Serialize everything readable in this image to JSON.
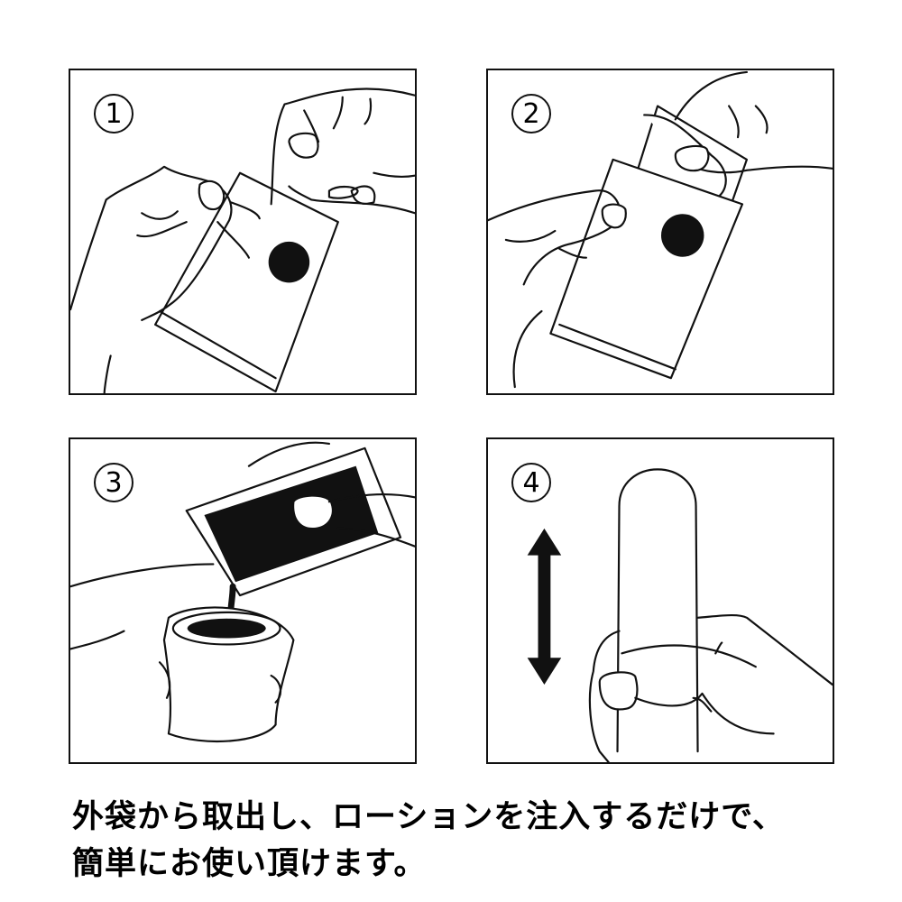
{
  "panels": [
    {
      "step": "1",
      "description": "Hands tearing open the outer package"
    },
    {
      "step": "2",
      "description": "Pulling the item out of the opened package"
    },
    {
      "step": "3",
      "description": "Pouring lotion from a sachet into the opening"
    },
    {
      "step": "4",
      "description": "Holding the item with an up/down motion arrow"
    }
  ],
  "caption": {
    "line1": "外袋から取出し、ローションを注入するだけで、",
    "line2": "簡単にお使い頂けます。"
  },
  "colors": {
    "line": "#111111",
    "background": "#ffffff"
  }
}
